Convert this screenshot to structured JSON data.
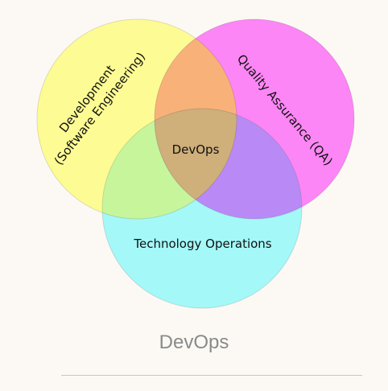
{
  "diagram": {
    "type": "venn",
    "sets": [
      {
        "id": "dev",
        "label_line1": "Development",
        "label_line2": "(Software Engineering)",
        "color": "#fdfb93"
      },
      {
        "id": "qa",
        "label_line1": "Quality Assurance (QA)",
        "color": "#fc86f5"
      },
      {
        "id": "ops",
        "label_line1": "Technology Operations",
        "color": "#a4f8f8"
      }
    ],
    "intersections": {
      "dev_qa": "#f8b279",
      "dev_ops": "#c7f59b",
      "qa_ops": "#b98af6",
      "all": "#cfaf7a"
    },
    "center_label": "DevOps"
  },
  "caption": "DevOps"
}
